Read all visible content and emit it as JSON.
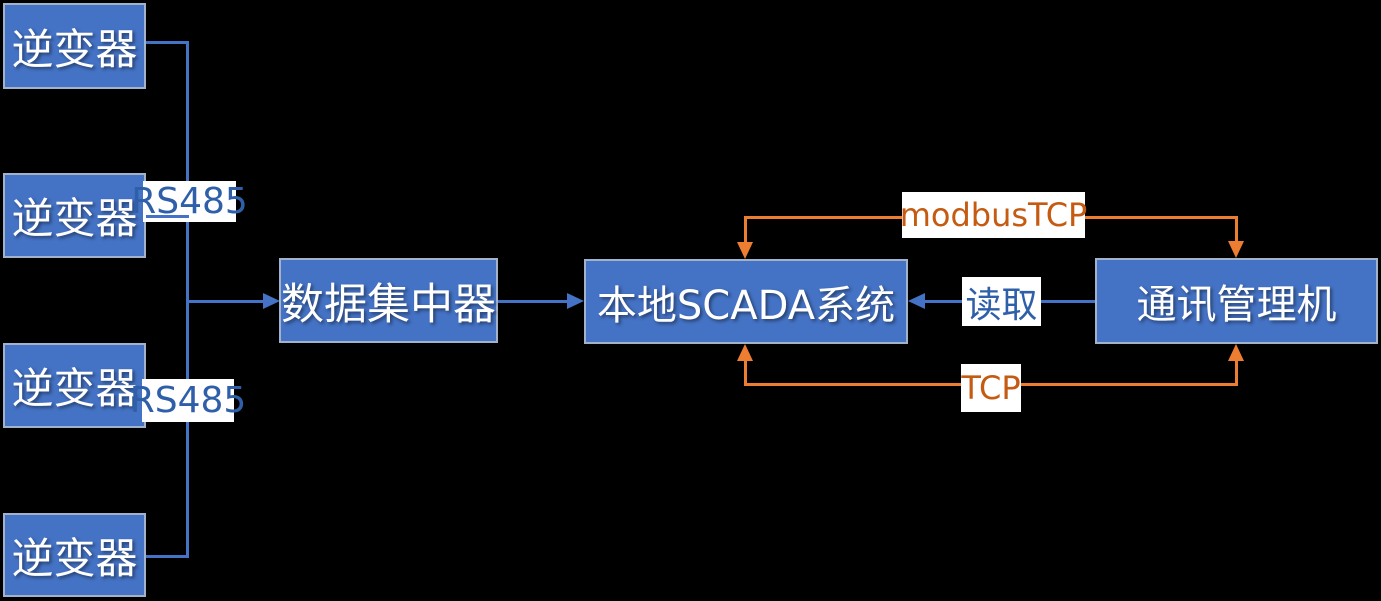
{
  "diagram": {
    "description": "Solar inverter data-acquisition topology diagram",
    "background_color": "#000000",
    "colors": {
      "node_fill": "#4472C4",
      "node_border": "#A3B2CB",
      "node_text": "#FFFFFF",
      "blue_line": "#4472C4",
      "blue_label_text": "#2E5FA8",
      "orange_line": "#ED7D31",
      "orange_label_text": "#C55A11",
      "label_background": "#FFFFFF"
    },
    "nodes": {
      "inverters": [
        {
          "label": "逆变器"
        },
        {
          "label": "逆变器"
        },
        {
          "label": "逆变器"
        },
        {
          "label": "逆变器"
        }
      ],
      "concentrator": {
        "label": "数据集中器"
      },
      "scada": {
        "label": "本地SCADA系统"
      },
      "gateway": {
        "label": "通讯管理机"
      }
    },
    "edge_labels": {
      "rs485_top": "RS485",
      "rs485_bottom": "RS485",
      "modbus_tcp": "modbusTCP",
      "read": "读取",
      "tcp": "TCP"
    },
    "edges": [
      {
        "from": "inverter-1",
        "to": "bus",
        "label": ""
      },
      {
        "from": "inverter-2",
        "to": "bus",
        "label": "RS485"
      },
      {
        "from": "inverter-3",
        "to": "bus",
        "label": "RS485"
      },
      {
        "from": "inverter-4",
        "to": "bus",
        "label": ""
      },
      {
        "from": "bus",
        "to": "concentrator",
        "arrow": "into-concentrator"
      },
      {
        "from": "concentrator",
        "to": "scada",
        "arrow": "into-scada"
      },
      {
        "from": "gateway",
        "to": "scada",
        "label": "读取",
        "arrow": "into-scada"
      },
      {
        "from": "scada-top",
        "to": "gateway-top",
        "label": "modbusTCP",
        "arrow": "both-down"
      },
      {
        "from": "scada-bottom",
        "to": "gateway-bottom",
        "label": "TCP",
        "arrow": "both-up"
      }
    ]
  }
}
